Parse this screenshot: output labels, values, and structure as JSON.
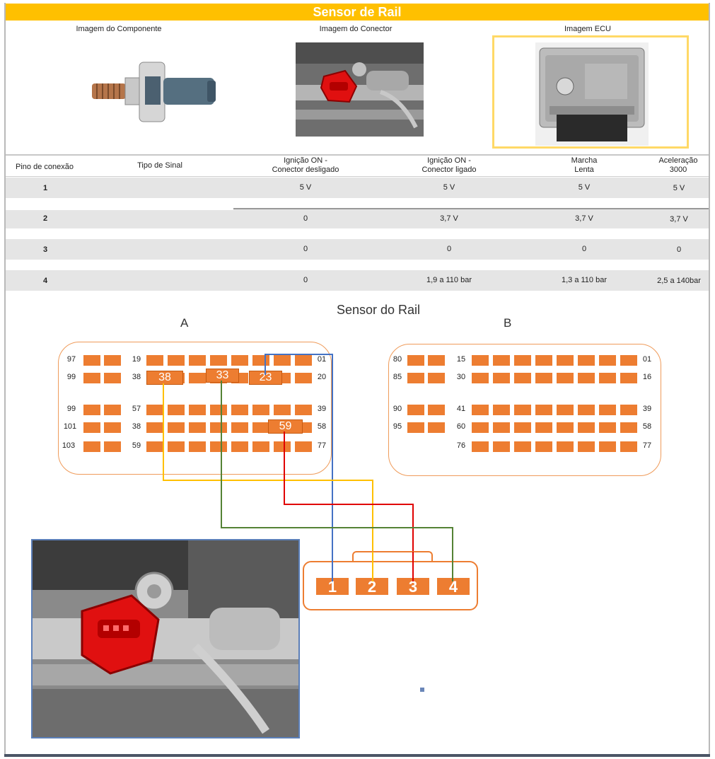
{
  "title": "Sensor de Rail",
  "images": {
    "component_caption": "Imagem do Componente",
    "connector_caption": "Imagem do Conector",
    "ecu_caption": "Imagem ECU"
  },
  "table": {
    "headers": [
      "Pino de conexão",
      "Tipo de Sinal",
      "Ignição ON -\nConector desligado",
      "Ignição ON -\nConector ligado",
      "Marcha\nLenta",
      "Aceleração\n3000"
    ],
    "rows": [
      {
        "pin": "1",
        "signal": "",
        "off": "5 V",
        "on": "5 V",
        "idle": "5 V",
        "accel": "5 V"
      },
      {
        "pin": "2",
        "signal": "",
        "off": "0",
        "on": "3,7 V",
        "idle": "3,7 V",
        "accel": "3,7 V"
      },
      {
        "pin": "3",
        "signal": "",
        "off": "0",
        "on": "0",
        "idle": "0",
        "accel": "0"
      },
      {
        "pin": "4",
        "signal": "",
        "off": "0",
        "on": "1,9 a 110 bar",
        "idle": "1,3 a 110 bar",
        "accel": "2,5 a 140bar"
      }
    ]
  },
  "diagram": {
    "title": "Sensor do Rail",
    "connector_a": {
      "label": "A",
      "left_pins": [
        "97",
        "99",
        "99",
        "101",
        "103"
      ],
      "mid_pins": [
        "19",
        "38",
        "57",
        "38",
        "59"
      ],
      "right_pins": [
        "01",
        "20",
        "39",
        "58",
        "77"
      ],
      "highlight_pins": [
        "38",
        "33",
        "23",
        "59"
      ]
    },
    "connector_b": {
      "label": "B",
      "left_pins": [
        "80",
        "85",
        "90",
        "95"
      ],
      "mid_pins": [
        "15",
        "30",
        "41",
        "60",
        "76"
      ],
      "right_pins": [
        "01",
        "16",
        "39",
        "58",
        "77"
      ]
    },
    "sensor_pins": [
      "1",
      "2",
      "3",
      "4"
    ],
    "wire_colors": {
      "pin1": "#4472c4",
      "pin2": "#ffc000",
      "pin3": "#e00000",
      "pin4": "#548235"
    }
  }
}
